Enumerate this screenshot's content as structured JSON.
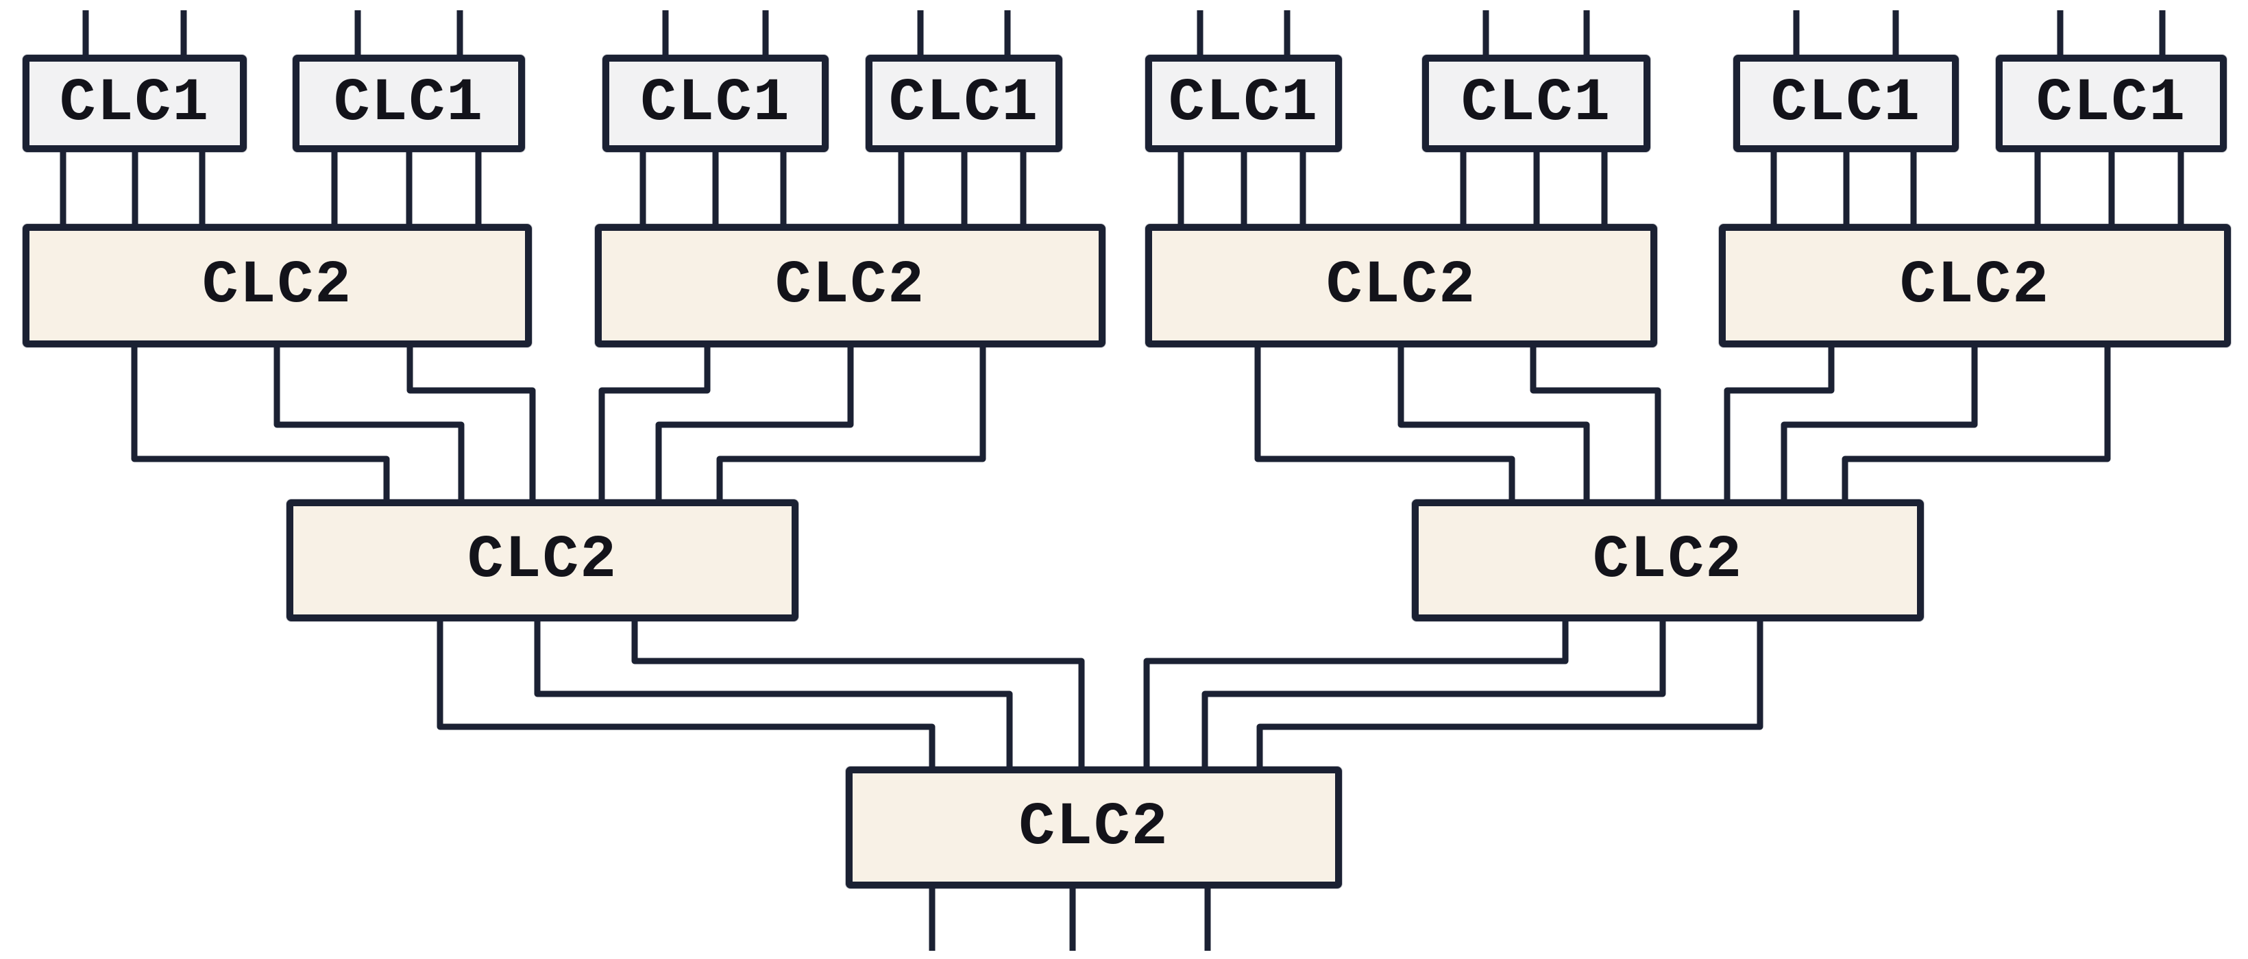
{
  "diagram": {
    "type": "logic-block-diagram",
    "description": "Three-level carry-lookahead tree: eight CLC1 blocks feed four CLC2 blocks, which converge through two mid-level CLC2 blocks into one final CLC2 block",
    "colors": {
      "line": "#1b2133",
      "clc1_fill": "#f2f2f3",
      "clc2_fill": "#f8f1e6",
      "text": "#13131a",
      "background": "#ffffff"
    },
    "wire_counts": {
      "inputs_per_clc1": 2,
      "outputs_per_clc1": 3,
      "inputs_per_clc2": 6,
      "outputs_per_clc2": 3,
      "final_outputs": 3
    },
    "boxes": [
      {
        "id": "clc1-1",
        "label": "CLC1",
        "type": "CLC1",
        "row": 1
      },
      {
        "id": "clc1-2",
        "label": "CLC1",
        "type": "CLC1",
        "row": 1
      },
      {
        "id": "clc1-3",
        "label": "CLC1",
        "type": "CLC1",
        "row": 1
      },
      {
        "id": "clc1-4",
        "label": "CLC1",
        "type": "CLC1",
        "row": 1
      },
      {
        "id": "clc1-5",
        "label": "CLC1",
        "type": "CLC1",
        "row": 1
      },
      {
        "id": "clc1-6",
        "label": "CLC1",
        "type": "CLC1",
        "row": 1
      },
      {
        "id": "clc1-7",
        "label": "CLC1",
        "type": "CLC1",
        "row": 1
      },
      {
        "id": "clc1-8",
        "label": "CLC1",
        "type": "CLC1",
        "row": 1
      },
      {
        "id": "clc2-l1-1",
        "label": "CLC2",
        "type": "CLC2",
        "row": 2
      },
      {
        "id": "clc2-l1-2",
        "label": "CLC2",
        "type": "CLC2",
        "row": 2
      },
      {
        "id": "clc2-l1-3",
        "label": "CLC2",
        "type": "CLC2",
        "row": 2
      },
      {
        "id": "clc2-l1-4",
        "label": "CLC2",
        "type": "CLC2",
        "row": 2
      },
      {
        "id": "clc2-l2-1",
        "label": "CLC2",
        "type": "CLC2",
        "row": 3
      },
      {
        "id": "clc2-l2-2",
        "label": "CLC2",
        "type": "CLC2",
        "row": 3
      },
      {
        "id": "clc2-final",
        "label": "CLC2",
        "type": "CLC2",
        "row": 4
      }
    ]
  }
}
